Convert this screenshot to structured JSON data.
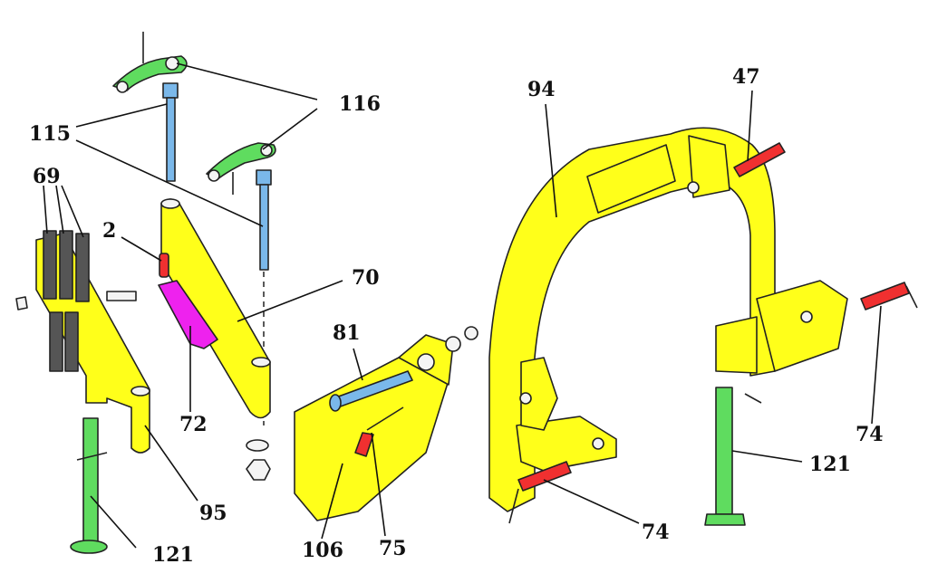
{
  "diagram": {
    "title": "Three-point linkage parts diagram",
    "colors": {
      "frame": "#ffff1a",
      "bolt": "#7ab8ea",
      "jack": "#5fdc5f",
      "pin": "#f03030",
      "plate": "#ee22ee"
    },
    "labels": {
      "l116": "116",
      "l115": "115",
      "l69": "69",
      "l2": "2",
      "l70": "70",
      "l81": "81",
      "l72": "72",
      "l95": "95",
      "l121a": "121",
      "l106": "106",
      "l75": "75",
      "l94": "94",
      "l47": "47",
      "l74a": "74",
      "l121b": "121",
      "l74b": "74"
    }
  }
}
